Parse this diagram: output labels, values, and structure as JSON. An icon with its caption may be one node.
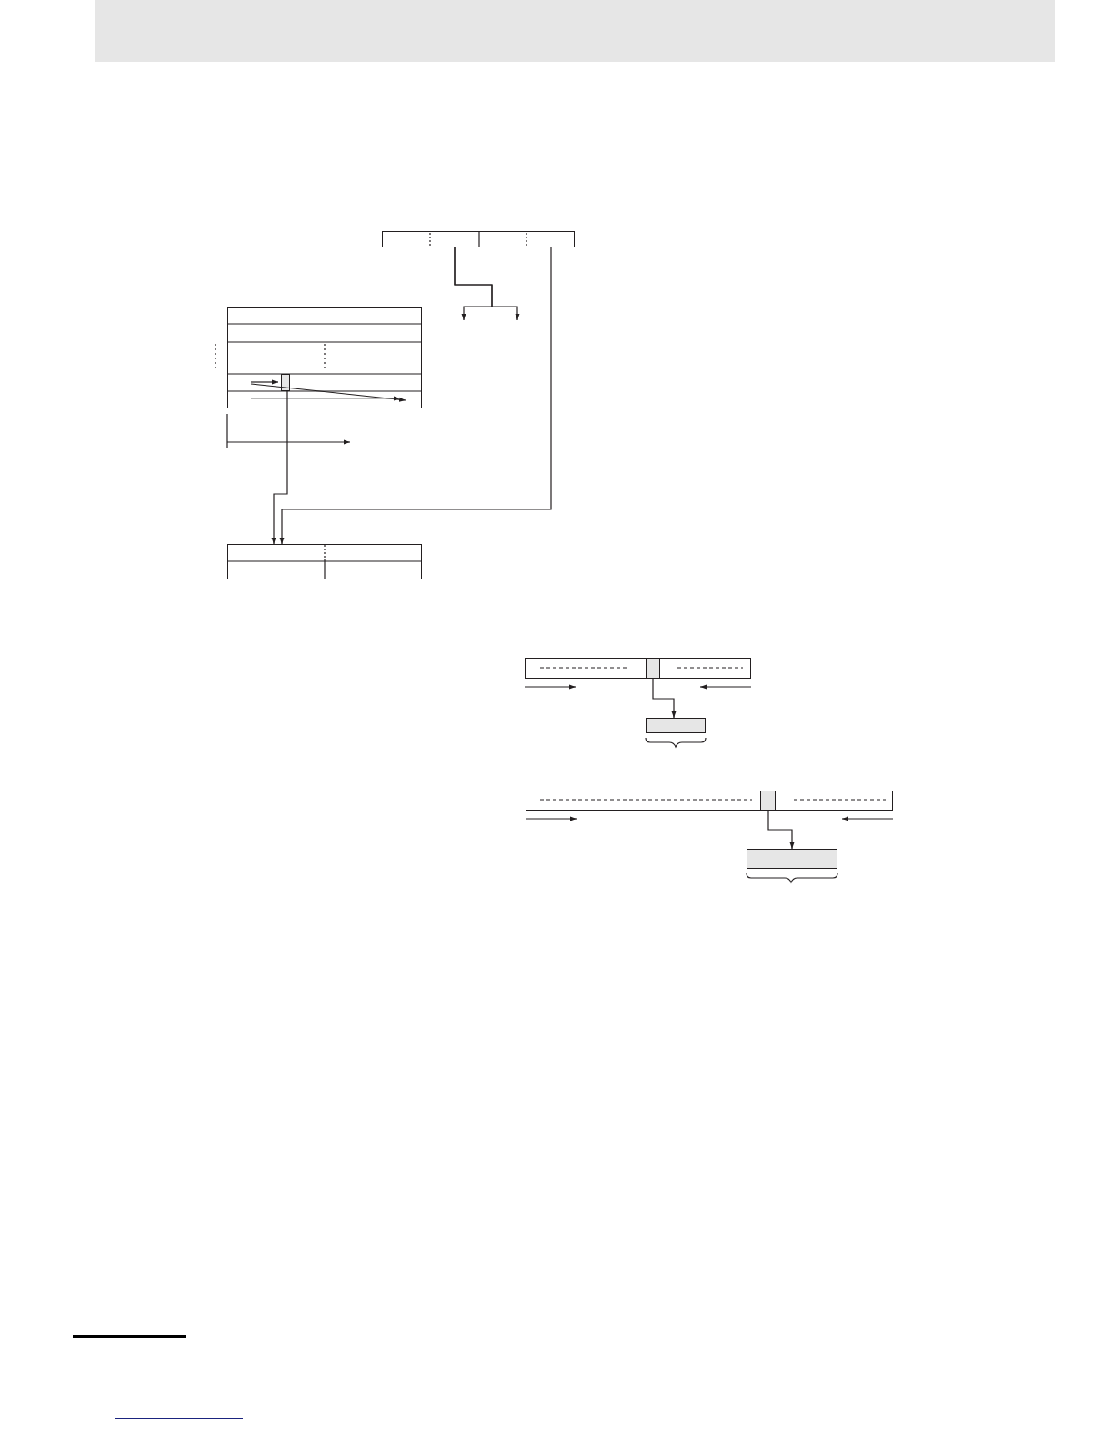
{
  "diagram": {
    "nodes": [
      {
        "text": [],
        "shape": "box"
      },
      {
        "text": [],
        "shape": "box"
      },
      {
        "text": [],
        "shape": "box",
        "in": 1
      },
      {
        "text": [],
        "shape": "box"
      },
      {
        "text": [],
        "shape": "box"
      },
      {
        "text": [],
        "shape": "box",
        "in": 4
      },
      {
        "text": [],
        "shape": "box"
      },
      {
        "text": [],
        "shape": "box"
      },
      {
        "text": [],
        "shape": "box",
        "in": 7
      },
      {
        "text": [],
        "shape": "box"
      }
    ],
    "edges": [
      {
        "from": 0,
        "to": null,
        "arrow": "to"
      },
      {
        "from": 0,
        "to": null,
        "arrow": "to"
      },
      {
        "from": 2,
        "to": 3,
        "arrow": "to"
      },
      {
        "from": 0,
        "to": 3,
        "arrow": "to"
      },
      {
        "from": 5,
        "to": 6,
        "arrow": "to"
      },
      {
        "from": 8,
        "to": 9,
        "arrow": "to"
      }
    ]
  }
}
